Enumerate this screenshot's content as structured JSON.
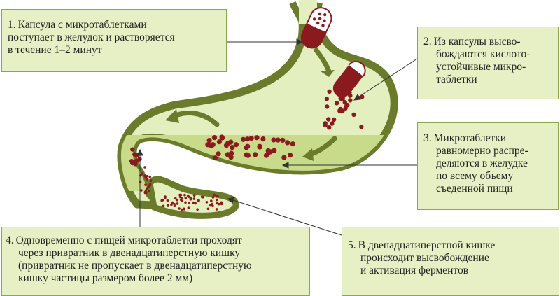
{
  "callouts": [
    {
      "num": "1.",
      "lines": [
        "Капсула с микротаблетками",
        "поступает в желудок и растворяется",
        "в течение 1–2 минут"
      ]
    },
    {
      "num": "2.",
      "lines": [
        "Из капсулы высво-",
        "бождаются кислото-",
        "устойчивые микро-",
        "таблетки"
      ]
    },
    {
      "num": "3.",
      "lines": [
        "Микротаблетки",
        "равномерно распре-",
        "деляются в желудке",
        "по всему объему",
        "съеденной пищи"
      ]
    },
    {
      "num": "4.",
      "lines": [
        "Одновременно с пищей микротаблетки проходят",
        "через привратник в двенадцатиперстную кишку",
        "(привратник не пропускает в двенадцатиперстную",
        "кишку частицы размером более 2 мм)"
      ]
    },
    {
      "num": "5.",
      "lines": [
        "В двенадцатиперстной кишке",
        "происходит высвобождение",
        "и активация ферментов"
      ]
    }
  ],
  "colors": {
    "stomach_fill": "#e4efbf",
    "stomach_wall": "#6b7b2c",
    "food_fill": "#c7db8a",
    "pellet": "#8b1a1f",
    "arrow": "#6b7b2c",
    "box_fill": "#e6f0c4",
    "box_border": "#8aa84a"
  },
  "icons": [
    "capsule-closed-icon",
    "capsule-open-icon",
    "curved-arrow-icon",
    "pointer-line-icon"
  ]
}
